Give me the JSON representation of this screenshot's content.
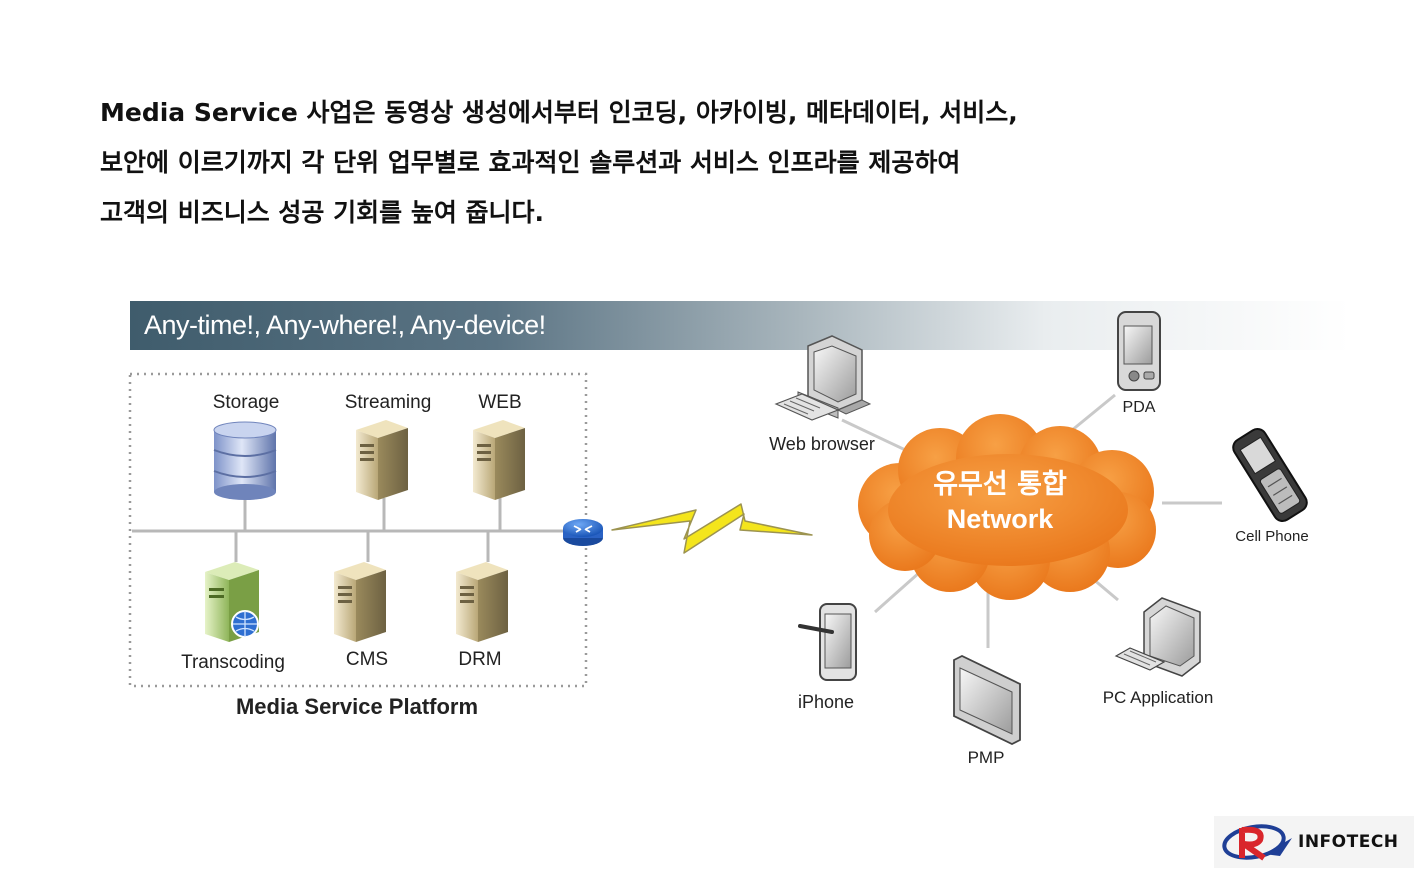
{
  "intro": {
    "line1": "Media Service  사업은 동영상 생성에서부터 인코딩, 아카이빙, 메타데이터, 서비스,",
    "line2": "보안에 이르기까지 각 단위 업무별로 효과적인 솔루션과 서비스 인프라를 제공하여",
    "line3": "고객의 비즈니스 성공 기회를 높여 줍니다."
  },
  "banner": {
    "title": "Any-time!, Any-where!, Any-device!"
  },
  "platform": {
    "caption": "Media Service Platform",
    "servers": {
      "storage": "Storage",
      "streaming": "Streaming",
      "web": "WEB",
      "transcoding": "Transcoding",
      "cms": "CMS",
      "drm": "DRM"
    }
  },
  "network": {
    "line1": "유무선 통합",
    "line2": "Network"
  },
  "devices": {
    "web_browser": "Web browser",
    "pda": "PDA",
    "cell_phone": "Cell Phone",
    "pc_application": "PC Application",
    "pmp": "PMP",
    "iphone": "iPhone"
  },
  "logo": {
    "text": "INFOTECH"
  },
  "colors": {
    "cloud": "#f08a2a",
    "banner": "#3f5c6c",
    "bolt": "#f3e21a",
    "router": "#2a6fd0"
  }
}
